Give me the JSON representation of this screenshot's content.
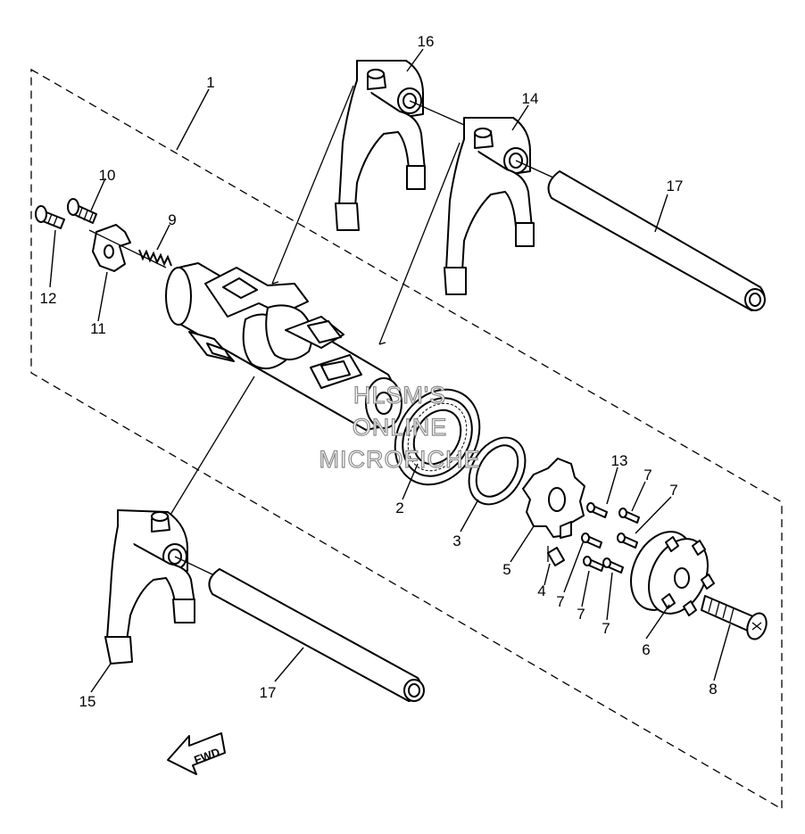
{
  "watermark": {
    "line1": "HLSM'S",
    "line2": "ONLINE",
    "line3": "MICROFICHE"
  },
  "fwd_label": "FWD",
  "callouts": {
    "c1": "1",
    "c2": "2",
    "c3": "3",
    "c4": "4",
    "c5": "5",
    "c6": "6",
    "c7a": "7",
    "c7b": "7",
    "c7c": "7",
    "c7d": "7",
    "c7e": "7",
    "c8": "8",
    "c9": "9",
    "c10": "10",
    "c11": "11",
    "c12": "12",
    "c13": "13",
    "c14": "14",
    "c15": "15",
    "c16": "16",
    "c17a": "17",
    "c17b": "17"
  }
}
